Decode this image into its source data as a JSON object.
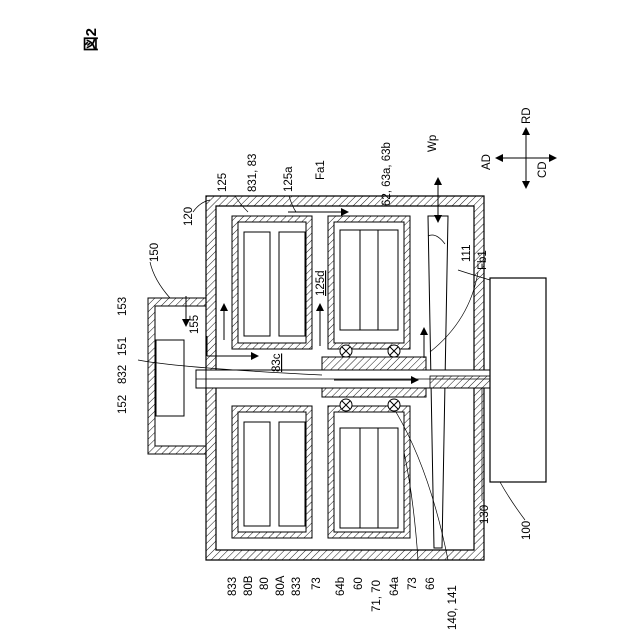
{
  "figure": {
    "label": "図2"
  },
  "labels": {
    "l150": "150",
    "l153": "153",
    "l151": "151",
    "l832": "832",
    "l152": "152",
    "l155": "155",
    "l120": "120",
    "l125": "125",
    "l831": "831, 83",
    "l125a": "125a",
    "lFa1": "Fa1",
    "l62": "62, 63a, 63b",
    "lWp": "Wp",
    "l111": "111",
    "lFb1": "Fb1",
    "l125d": "125d",
    "l83c": "83c",
    "l100": "100",
    "l130": "130",
    "l833a": "833",
    "l80B": "80B",
    "l80": "80",
    "l80A": "80A",
    "l833b": "833",
    "l73a": "73",
    "l64b": "64b",
    "l60": "60",
    "l71": "71, 70",
    "l64a": "64a",
    "l73b": "73",
    "l66": "66",
    "l140": "140, 141",
    "lAD": "AD",
    "lRD": "RD",
    "lCD": "CD"
  }
}
